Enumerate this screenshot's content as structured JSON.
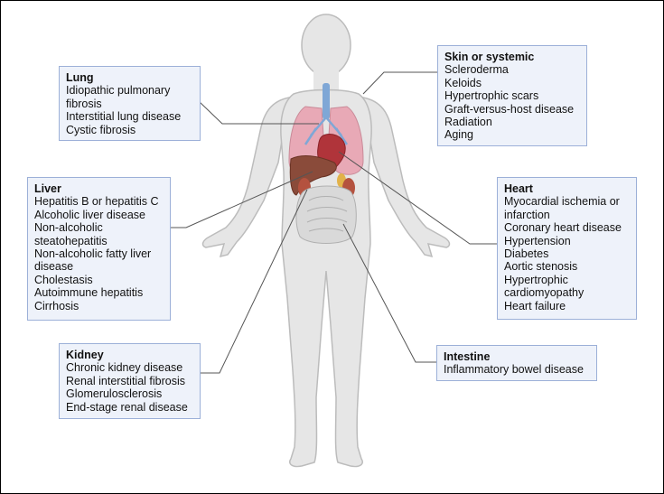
{
  "colors": {
    "box_fill": "#eef2fa",
    "box_border": "#9cb0d8",
    "body_fill": "#e6e6e6",
    "body_outline": "#bcbcbc",
    "leader_line": "#555555",
    "lungs": "#e8a9b6",
    "heart": "#b0343a",
    "liver": "#8a4b3a",
    "kidney": "#b4523f",
    "intestine": "#d9d9d9",
    "trachea": "#7fa7d6",
    "gallbladder": "#e2b24a"
  },
  "labels": {
    "lung": {
      "title": "Lung",
      "items": [
        "Idiopathic pulmonary",
        "fibrosis",
        "Interstitial lung disease",
        "Cystic fibrosis"
      ]
    },
    "skin": {
      "title": "Skin or systemic",
      "items": [
        "Scleroderma",
        "Keloids",
        "Hypertrophic scars",
        "Graft-versus-host disease",
        "Radiation",
        "Aging"
      ]
    },
    "liver": {
      "title": "Liver",
      "items": [
        "Hepatitis B or hepatitis C",
        "Alcoholic liver disease",
        "Non-alcoholic",
        "steatohepatitis",
        "Non-alcoholic fatty liver",
        "disease",
        "Cholestasis",
        "Autoimmune hepatitis",
        "Cirrhosis"
      ]
    },
    "heart": {
      "title": "Heart",
      "items": [
        "Myocardial ischemia or",
        "infarction",
        "Coronary heart disease",
        "Hypertension",
        "Diabetes",
        "Aortic stenosis",
        "Hypertrophic",
        "cardiomyopathy",
        "Heart failure"
      ]
    },
    "kidney": {
      "title": "Kidney",
      "items": [
        "Chronic kidney disease",
        "Renal interstitial fibrosis",
        "Glomerulosclerosis",
        "End-stage renal disease"
      ]
    },
    "intestine": {
      "title": "Intestine",
      "items": [
        "Inflammatory bowel disease"
      ]
    }
  }
}
